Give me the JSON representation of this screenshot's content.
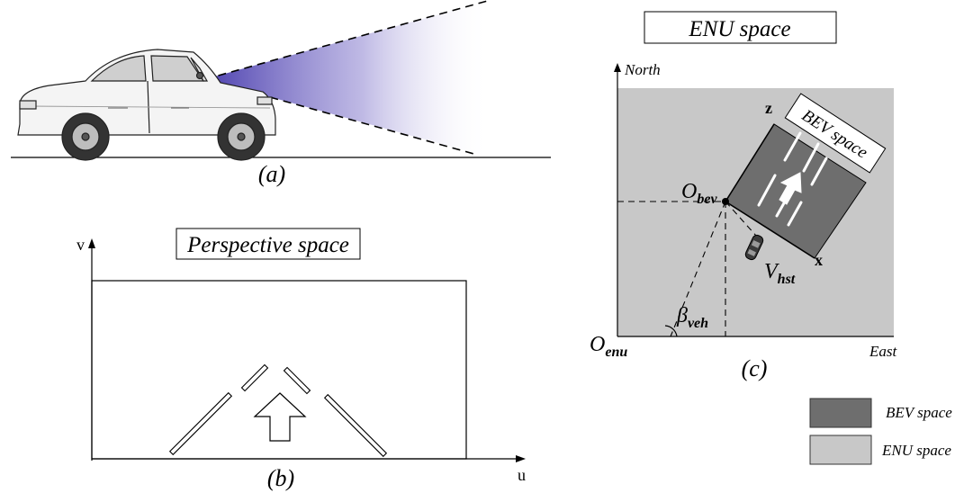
{
  "panel_a": {
    "caption": "(a)"
  },
  "panel_b": {
    "caption": "(b)",
    "title": "Perspective space",
    "axis_v": "v",
    "axis_u": "u"
  },
  "panel_c": {
    "caption": "(c)",
    "title": "ENU space",
    "axis_north": "North",
    "axis_east": "East",
    "bev_label": "BEV space",
    "z_label": "z",
    "x_label": "x",
    "o_bev": {
      "base": "O",
      "sub": "bev"
    },
    "v_hst": {
      "base": "V",
      "sub": "hst"
    },
    "o_enu": {
      "base": "O",
      "sub": "enu"
    },
    "beta": {
      "base": "β",
      "sub": "veh"
    }
  },
  "legend": {
    "items": [
      {
        "label": "BEV space",
        "color": "#6e6e6e"
      },
      {
        "label": "ENU space",
        "color": "#c8c8c8"
      }
    ]
  },
  "colors": {
    "bev_fill": "#6e6e6e",
    "enu_fill": "#c8c8c8",
    "beam": "#5a4fb8"
  }
}
